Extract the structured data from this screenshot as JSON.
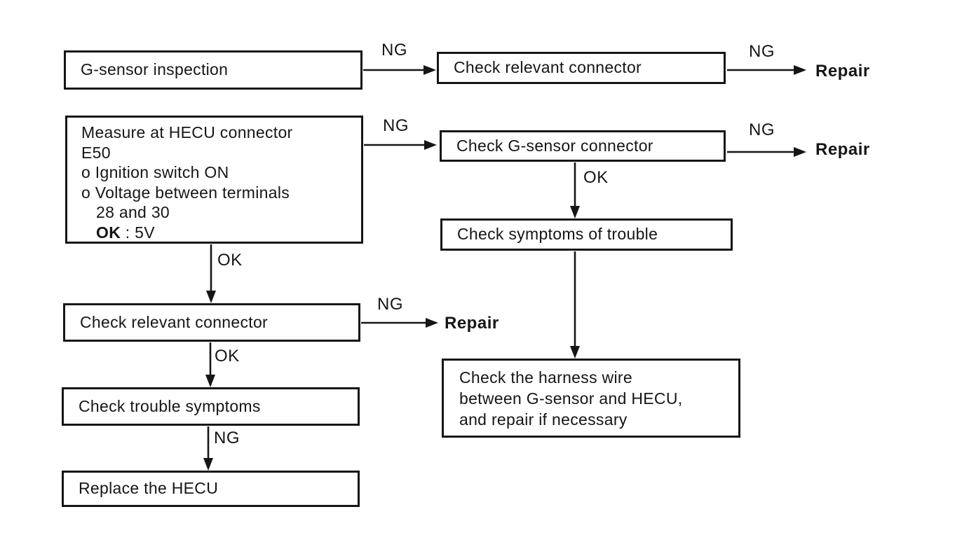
{
  "colors": {
    "ink": "#161616",
    "background": "#ffffff"
  },
  "flowchart": {
    "nodes": {
      "g_sensor_inspection": {
        "label": "G-sensor inspection"
      },
      "check_relevant_connector_top": {
        "label": "Check relevant connector"
      },
      "measure_at_hecu": {
        "lines": [
          "Measure at HECU connector",
          "E50",
          "o Ignition switch ON",
          "o Voltage between terminals",
          "28 and 30"
        ],
        "ok_label": "OK",
        "ok_value": " : 5V"
      },
      "check_g_sensor_connector": {
        "label": "Check G-sensor connector"
      },
      "check_symptoms_of_trouble": {
        "label": "Check symptoms of trouble"
      },
      "check_harness_wire": {
        "lines": [
          "Check the harness wire",
          "between G-sensor and HECU,",
          "and repair if necessary"
        ]
      },
      "check_relevant_connector_mid": {
        "label": "Check relevant connector"
      },
      "check_trouble_symptoms": {
        "label": "Check trouble symptoms"
      },
      "replace_the_hecu": {
        "label": "Replace the HECU"
      }
    },
    "edge_labels": {
      "inspection_to_connector": "NG",
      "connector_top_to_repair": "NG",
      "measure_to_g_sensor": "NG",
      "g_sensor_to_repair": "NG",
      "g_sensor_to_symptoms": "OK",
      "measure_to_relevant": "OK",
      "relevant_to_repair": "NG",
      "relevant_to_trouble": "OK",
      "trouble_to_replace": "NG"
    },
    "terminals": {
      "repair_top": "Repair",
      "repair_right": "Repair",
      "repair_left": "Repair"
    }
  }
}
